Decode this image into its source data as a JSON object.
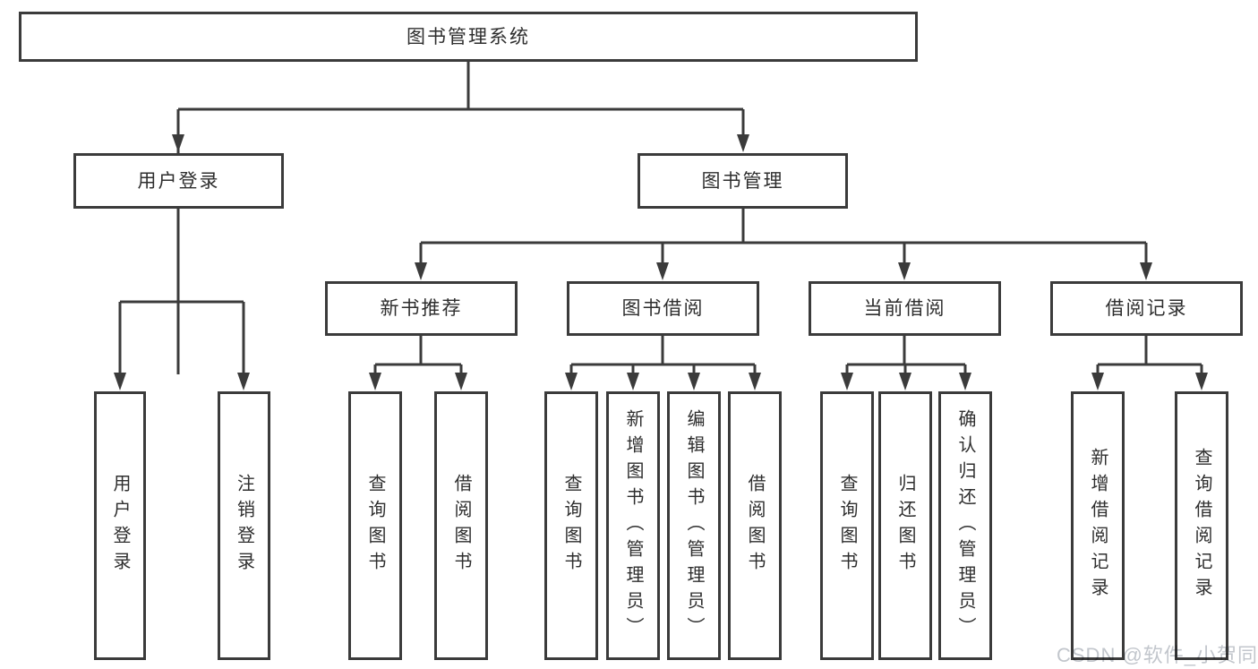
{
  "colors": {
    "line": "#3b3b3b",
    "text": "#2e2e2e",
    "background": "#ffffff",
    "watermark": "#c2c6cc"
  },
  "watermark": {
    "text": "CSDN @软件_小贺同学"
  },
  "tree": {
    "root": {
      "label": "图书管理系统"
    },
    "children": [
      {
        "label": "用户登录",
        "children": [
          {
            "label": "用户登录"
          },
          {
            "label": "注销登录"
          }
        ]
      },
      {
        "label": "图书管理",
        "children": [
          {
            "label": "新书推荐",
            "children": [
              {
                "label": "查询图书"
              },
              {
                "label": "借阅图书"
              }
            ]
          },
          {
            "label": "图书借阅",
            "children": [
              {
                "label": "查询图书"
              },
              {
                "label": "新增图书（管理员）"
              },
              {
                "label": "编辑图书（管理员）"
              },
              {
                "label": "借阅图书"
              }
            ]
          },
          {
            "label": "当前借阅",
            "children": [
              {
                "label": "查询图书"
              },
              {
                "label": "归还图书"
              },
              {
                "label": "确认归还（管理员）"
              }
            ]
          },
          {
            "label": "借阅记录",
            "children": [
              {
                "label": "新增借阅记录"
              },
              {
                "label": "查询借阅记录"
              }
            ]
          }
        ]
      }
    ]
  }
}
